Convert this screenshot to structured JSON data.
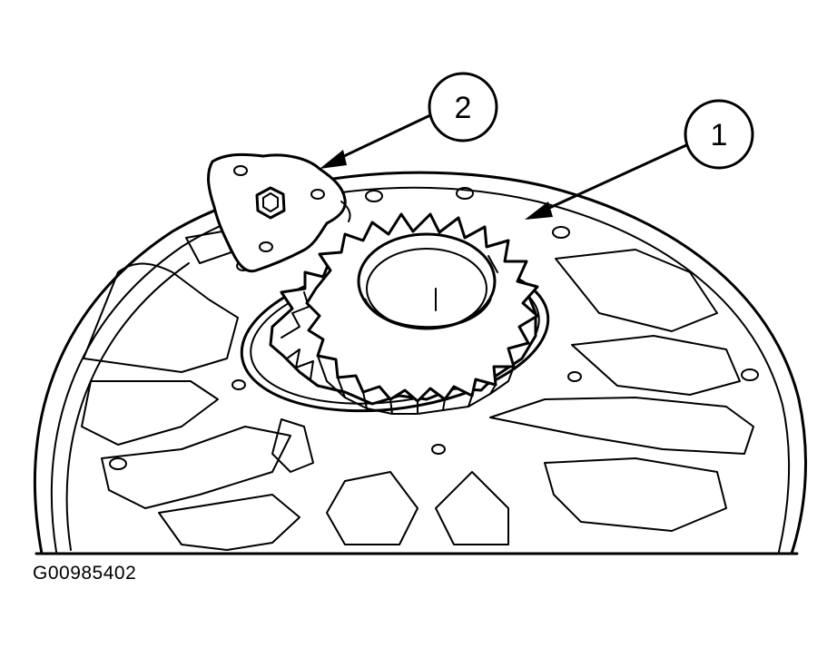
{
  "callouts": [
    {
      "label": "1"
    },
    {
      "label": "2"
    }
  ],
  "figure_id": "G00985402"
}
